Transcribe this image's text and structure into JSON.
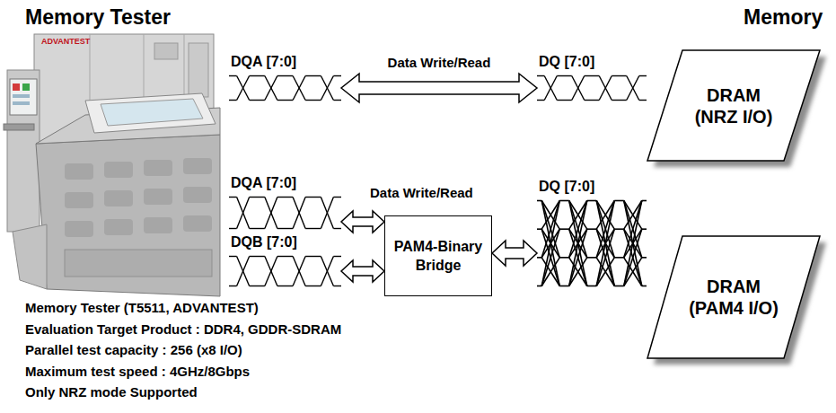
{
  "diagram": {
    "nodes": [
      {
        "text": [
          "DQA [7:0]"
        ]
      },
      {
        "text": [
          "DQ [7:0]"
        ]
      },
      {
        "text": [
          "DRAM (NRZ I/O)"
        ]
      },
      {
        "text": [
          "DQA [7:0]"
        ]
      },
      {
        "text": [
          "DQB [7:0]"
        ]
      },
      {
        "text": [
          "PAM4-Binary Bridge"
        ]
      },
      {
        "text": [
          "DQ [7:0]"
        ]
      },
      {
        "text": [
          "DRAM (PAM4 I/O)"
        ]
      }
    ],
    "edges": [
      {
        "from": 0,
        "to": 1,
        "arrow": "both",
        "label": "Data Write/Read"
      },
      {
        "from": 3,
        "to": 5,
        "arrow": "both"
      },
      {
        "from": 4,
        "to": 5,
        "arrow": "both"
      },
      {
        "from": 5,
        "to": 6,
        "arrow": "both"
      }
    ],
    "labels": [
      "Memory Tester",
      "Memory",
      "Data Write/Read",
      "ADVANTEST",
      "Memory Tester (T5511, ADVANTEST)",
      "Evaluation Target Product : DDR4, GDDR-SDRAM",
      "Parallel test capacity : 256 (x8 I/O)",
      "Maximum test speed : 4GHz/8Gbps",
      "Only NRZ mode Supported"
    ]
  }
}
